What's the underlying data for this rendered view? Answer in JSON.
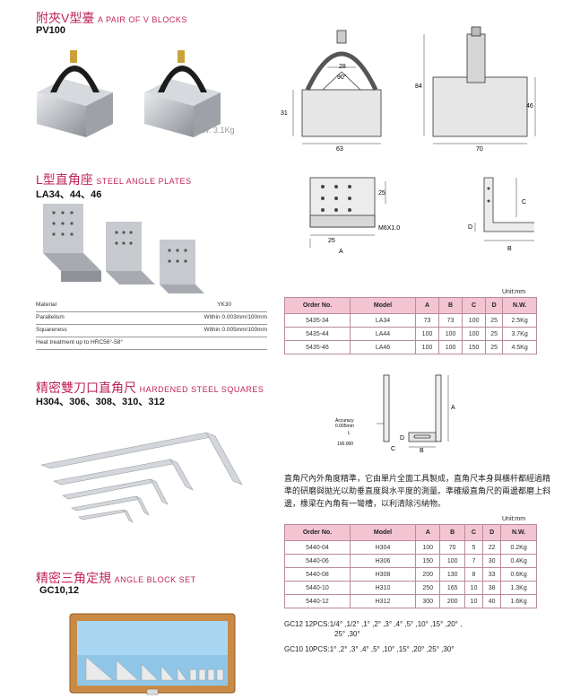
{
  "sections": {
    "vblocks": {
      "zh": "附夾V型臺",
      "en": "A PAIR OF V BLOCKS",
      "model": "PV100",
      "nw": "N.W. 3.1Kg",
      "dims": {
        "d28": "28",
        "d90": "90°",
        "d31": "31",
        "d84": "84",
        "d46": "46",
        "d63": "63",
        "d70": "70"
      }
    },
    "angleplates": {
      "zh": "L型直角座",
      "en": "STEEL ANGLE PLATES",
      "model": "LA34、44、46",
      "dims": {
        "d25a": "25",
        "d25b": "25",
        "thread": "M6X1.0",
        "A": "A",
        "B": "B",
        "C": "C",
        "D": "D"
      },
      "props": [
        {
          "label": "Material",
          "value": "YK30"
        },
        {
          "label": "Parallelism",
          "value": "Within 0.003mm/100mm"
        },
        {
          "label": "Squareness",
          "value": "Within 0.005mm/100mm"
        },
        {
          "label": "Heat treatment up to HRC56°-58°",
          "value": ""
        }
      ],
      "unit": "Unit:mm",
      "table": {
        "headers": [
          "Order No.",
          "Model",
          "A",
          "B",
          "C",
          "D",
          "N.W."
        ],
        "rows": [
          [
            "5435-34",
            "LA34",
            "73",
            "73",
            "100",
            "25",
            "2.5Kg"
          ],
          [
            "5435-44",
            "LA44",
            "100",
            "100",
            "100",
            "25",
            "3.7Kg"
          ],
          [
            "5435-46",
            "LA46",
            "100",
            "100",
            "150",
            "25",
            "4.5Kg"
          ]
        ]
      }
    },
    "squares": {
      "zh": "精密雙刀口直角尺",
      "en": "HARDENED STEEL SQUARES",
      "model": "H304、306、308、310、312",
      "dims": {
        "accuracy": "Accuracy",
        "acc_val": "0.005mm",
        "L": "L",
        "len": "100.000",
        "A": "A",
        "B": "B",
        "C": "C",
        "D": "D"
      },
      "desc": "直角尺內外角度精準，它由單片全面工具製成，直角尺本身與橫杆都經過精準的研磨與拋光以助垂直度與水平度的測量。準確級直角尺的兩邊都磨上斜邊，橡梁在內角有一彎槽，以利清除污納物。",
      "unit": "Unit:mm",
      "table": {
        "headers": [
          "Order No.",
          "Model",
          "A",
          "B",
          "C",
          "D",
          "N.W."
        ],
        "rows": [
          [
            "5440-04",
            "H304",
            "100",
            "70",
            "5",
            "22",
            "0.2Kg"
          ],
          [
            "5440-06",
            "H306",
            "150",
            "100",
            "7",
            "30",
            "0.4Kg"
          ],
          [
            "5440-08",
            "H308",
            "200",
            "130",
            "8",
            "33",
            "0.6Kg"
          ],
          [
            "5440-10",
            "H310",
            "250",
            "165",
            "10",
            "38",
            "1.3Kg"
          ],
          [
            "5440-12",
            "H312",
            "300",
            "200",
            "10",
            "40",
            "1.6Kg"
          ]
        ]
      }
    },
    "angleblocks": {
      "zh": "精密三角定規",
      "en": "ANGLE BLOCK SET",
      "model": "GC10,12",
      "gc12": "GC12  12PCS:1/4° ,1/2° ,1° ,2° ,3° ,4° ,5° ,10° ,15° ,20° ,",
      "gc12b": "25° ,30°",
      "gc10": "GC10  10PCS:1° ,2° ,3° ,4° ,5° ,10° ,15° ,20° ,25° ,30°"
    }
  },
  "colors": {
    "accent": "#c0245a",
    "table_header": "#f3c4d2",
    "metal": "#b8bcc2"
  }
}
